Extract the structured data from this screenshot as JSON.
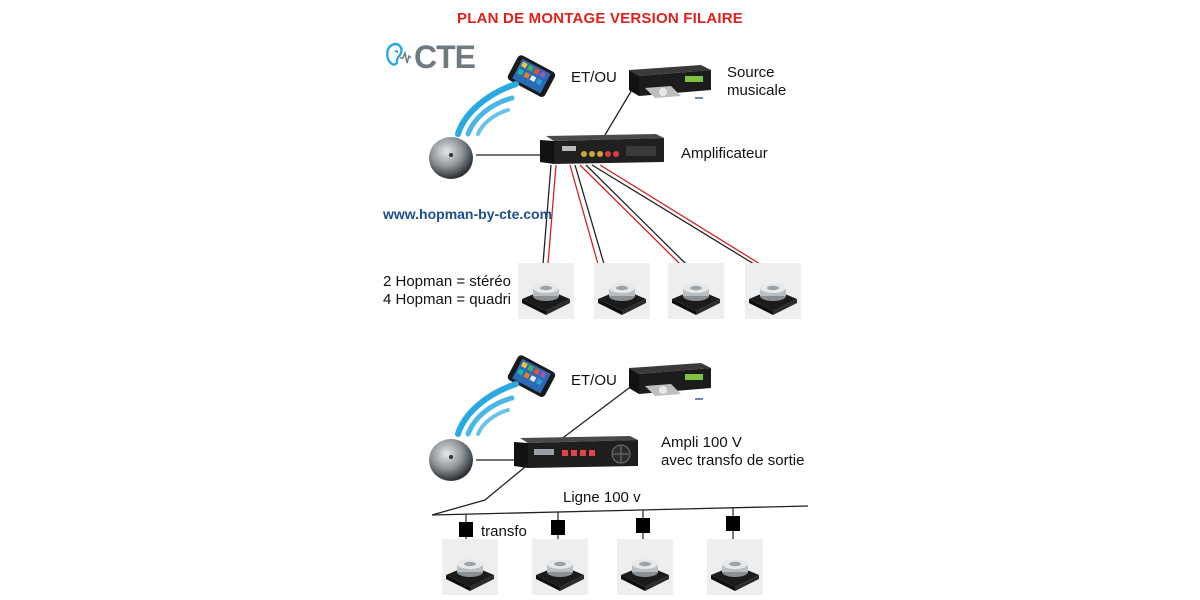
{
  "title": "PLAN DE MONTAGE VERSION FILAIRE",
  "logo": {
    "text": "CTE",
    "icon": "ear-icon",
    "color": "#6f7a80"
  },
  "colors": {
    "title": "#e0201a",
    "url": "#1d4f8c",
    "wire_red": "#d62020",
    "wire_black": "#222222",
    "wave": "#29a9e0"
  },
  "wired": {
    "phone_label": "ET/OU",
    "source_label_1": "Source",
    "source_label_2": "musicale",
    "amp_label": "Amplificateur",
    "url": "www.hopman-by-cte.com",
    "speakers_line_1": "2 Hopman = stéréo",
    "speakers_line_2": "4 Hopman = quadri"
  },
  "line100": {
    "phone_label": "ET/OU",
    "amp_label_1": "Ampli 100 V",
    "amp_label_2": "avec transfo de sortie",
    "line_label": "Ligne 100 v",
    "transfo_label": "transfo"
  }
}
